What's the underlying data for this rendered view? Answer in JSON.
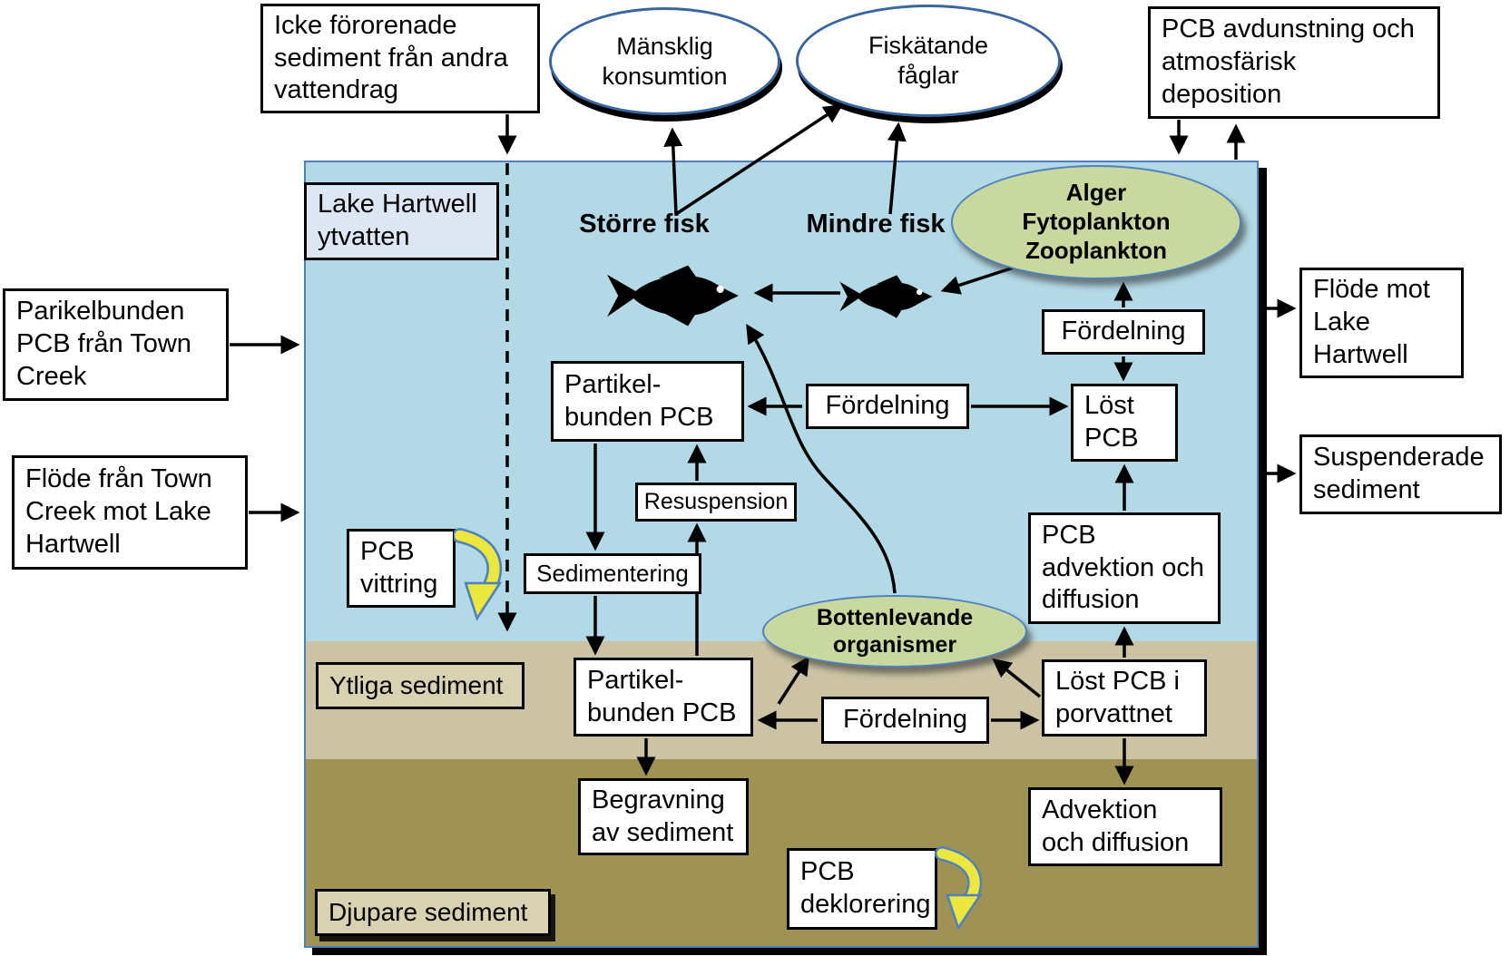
{
  "external": {
    "unpolluted_sediment": [
      "Icke förorenade",
      "sediment från andra",
      "vattendrag"
    ],
    "human_consumption": [
      "Mänsklig",
      "konsumtion"
    ],
    "fish_eating_birds": [
      "Fiskätande",
      "fåglar"
    ],
    "evaporation_deposition": [
      "PCB avdunstning och",
      "atmosfärisk",
      "deposition"
    ],
    "particle_pcb_town_creek": [
      "Parikelbunden",
      "PCB från Town",
      "Creek"
    ],
    "flow_from_town_creek": [
      "Flöde från Town",
      "Creek mot Lake",
      "Hartwell"
    ],
    "flow_to_lake": [
      "Flöde mot",
      "Lake",
      "Hartwell"
    ],
    "suspended_sediment": [
      "Suspenderade",
      "sediment"
    ]
  },
  "water": {
    "label": "Lake Hartwell ytvatten",
    "larger_fish": "Större fisk",
    "smaller_fish": "Mindre fisk",
    "plankton": [
      "Alger",
      "Fytoplankton",
      "Zooplankton"
    ],
    "particle_bound_pcb": [
      "Partikel-",
      "bunden PCB"
    ],
    "partitioning_mid": "Fördelning",
    "partitioning_upper": "Fördelning",
    "dissolved_pcb": [
      "Löst",
      "PCB"
    ],
    "advection_diffusion": [
      "PCB",
      "advektion och",
      "diffusion"
    ],
    "resuspension": "Resuspension",
    "sedimentation": "Sedimentering",
    "weathering": [
      "PCB",
      "vittring"
    ]
  },
  "surface_sediment": {
    "label": "Ytliga sediment",
    "benthic_organisms": [
      "Bottenlevande",
      "organismer"
    ],
    "particle_bound_pcb": [
      "Partikel-",
      "bunden PCB"
    ],
    "partitioning": "Fördelning",
    "dissolved_pcb_porewater": [
      "Löst PCB i",
      "porvattnet"
    ]
  },
  "deep_sediment": {
    "label": "Djupare sediment",
    "burial": [
      "Begravning",
      "av sediment"
    ],
    "advection_diffusion": [
      "Advektion",
      "och diffusion"
    ],
    "dechlorination": [
      "PCB",
      "deklorering"
    ]
  },
  "colors": {
    "water": "#b2d9e5",
    "surface_sediment": "#cbc3a3",
    "deep_sediment": "#9e9254",
    "sediment_label_fill": "#d8d1b2",
    "water_label_fill": "#dce7f3",
    "plankton_fill": "#c8d89e",
    "ellipse_border": "#4f81bd",
    "yellow_arrow": "#ece73f",
    "arrow": "#000000"
  }
}
